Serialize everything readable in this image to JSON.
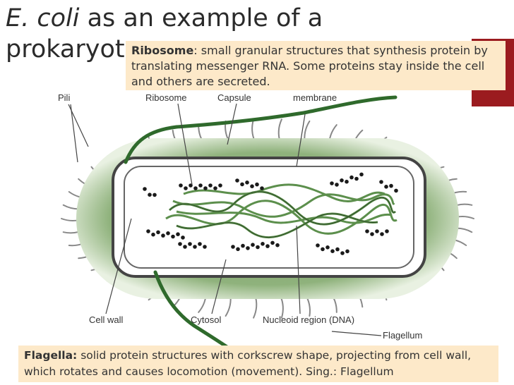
{
  "title": {
    "line1_italic": "E. coli",
    "line1_rest": " as an example of a",
    "line2": "prokaryot"
  },
  "ribosome_callout": {
    "term": "Ribosome",
    "text": ": small granular structures that synthesis protein by translating messenger RNA. Some proteins stay inside the cell and others are secreted."
  },
  "flagella_callout": {
    "term": "Flagella:",
    "text": " solid protein structures with corkscrew shape, projecting from cell wall, which rotates and causes locomotion (movement). Sing.: Flagellum"
  },
  "labels": {
    "pili": "Pili",
    "ribosome": "Ribosome",
    "capsule": "Capsule",
    "membrane": "membrane",
    "cell_wall": "Cell wall",
    "cytosol": "Cytosol",
    "nucleoid": "Nucleoid region (DNA)",
    "flagellum": "Flagellum"
  },
  "colors": {
    "accent": "#9b1b1f",
    "callout_bg": "#fde9c9",
    "capsule_green": "#8fb27c",
    "flagellum_green": "#2f6a2c"
  }
}
